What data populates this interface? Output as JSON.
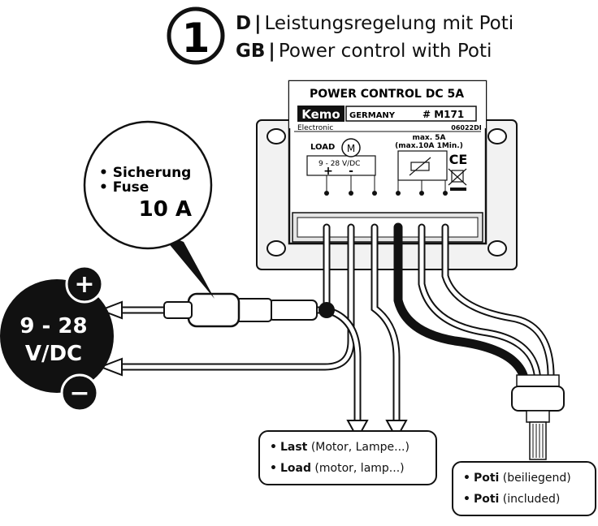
{
  "header": {
    "step_number": "1",
    "line_de_code": "D",
    "line_de_separator": "|",
    "line_de_text": "Leistungsregelung mit Poti",
    "line_gb_code": "GB",
    "line_gb_separator": "|",
    "line_gb_text": "Power control with Poti"
  },
  "module": {
    "title": "POWER CONTROL DC 5A",
    "brand": "Kemo",
    "brand_sub": "Electronic",
    "country": "GERMANY",
    "part_number": "# M171",
    "date_code": "06022DI",
    "load_label": "LOAD",
    "motor_symbol": "M",
    "voltage_range": "9 - 28 V/DC",
    "plus_sign": "+",
    "minus_sign": "-",
    "max_current": "max. 5A",
    "peak_current": "(max.10A 1Min.)",
    "ce_mark": "CE"
  },
  "fuse": {
    "line1": "Sicherung",
    "line2": "Fuse",
    "rating": "10 A"
  },
  "supply": {
    "voltage_line1": "9 - 28",
    "voltage_line2": "V/DC",
    "plus_symbol": "+",
    "minus_symbol": "−"
  },
  "legend_load": {
    "de_key": "Last",
    "de_detail": "(Motor, Lampe...)",
    "en_key": "Load",
    "en_detail": "(motor, lamp...)"
  },
  "legend_poti": {
    "de_key": "Poti",
    "de_detail": "(beiliegend)",
    "en_key": "Poti",
    "en_detail": "(included)"
  },
  "colors": {
    "ink": "#111111",
    "paper": "#ffffff",
    "module_fill": "#f2f2f2"
  }
}
